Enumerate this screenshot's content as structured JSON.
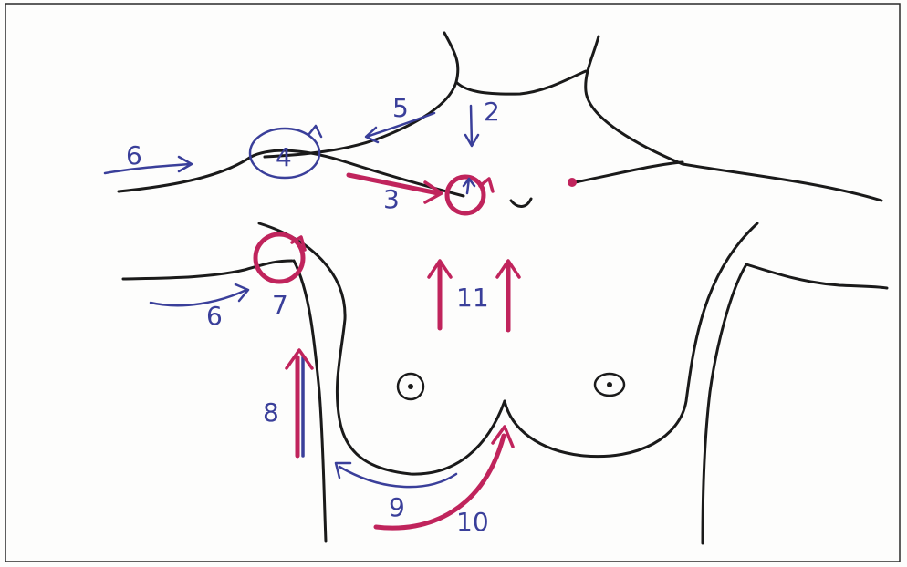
{
  "colors": {
    "outline": "#1a1a1a",
    "blue_ink": "#3a3f9a",
    "red_ink": "#c0245c",
    "paper": "#fdfdfc"
  },
  "labels": {
    "l2": "2",
    "l3": "3",
    "l4": "4",
    "l5": "5",
    "l6_top": "6",
    "l6_bottom": "6",
    "l7": "7",
    "l8": "8",
    "l9": "9",
    "l10": "10",
    "l11": "11"
  }
}
